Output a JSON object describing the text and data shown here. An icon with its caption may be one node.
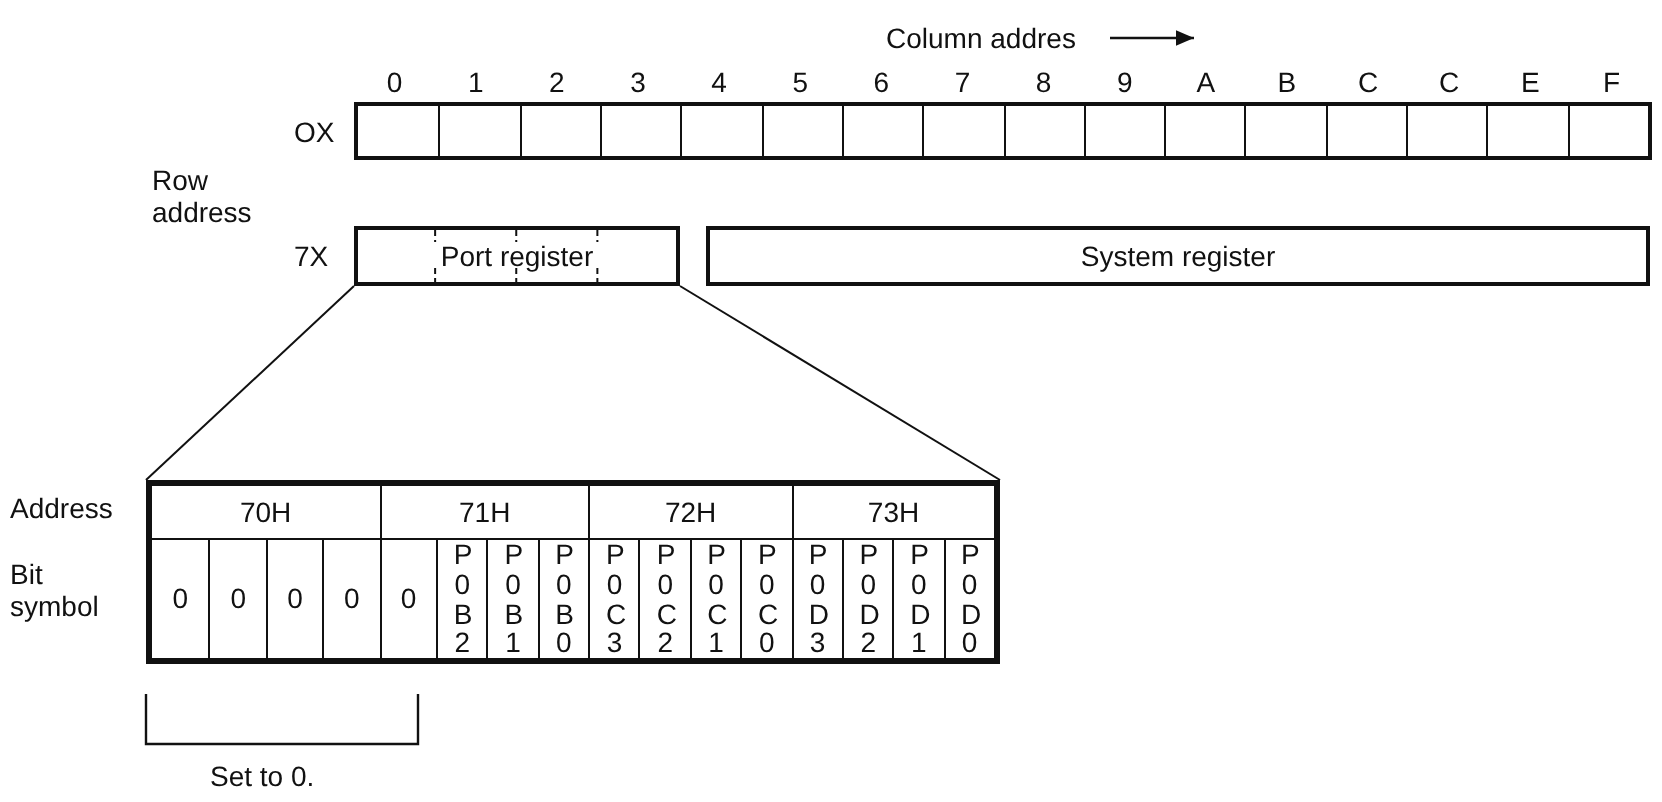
{
  "diagram": {
    "nodes": [
      {
        "text": [
          "Port register"
        ]
      },
      {
        "text": [
          "System register"
        ]
      },
      {
        "text": [],
        "shape": "box"
      }
    ],
    "edges": [
      {
        "from": 0,
        "to": 2,
        "arrow": "none"
      },
      {
        "from": 0,
        "to": 2,
        "arrow": "none"
      }
    ],
    "labels": [
      "Column addres",
      "0",
      "1",
      "2",
      "3",
      "4",
      "5",
      "6",
      "7",
      "8",
      "9",
      "A",
      "B",
      "C",
      "C",
      "E",
      "F",
      "OX",
      "Row address",
      "7X",
      "Address",
      "70H",
      "71H",
      "72H",
      "73H",
      "Bit symbol",
      "0",
      "0",
      "0",
      "0",
      "0",
      "P0B2",
      "P0B1",
      "P0B0",
      "P0C3",
      "P0C2",
      "P0C1",
      "P0C0",
      "P0D3",
      "P0D2",
      "P0D1",
      "P0D0",
      "Set to 0."
    ]
  }
}
